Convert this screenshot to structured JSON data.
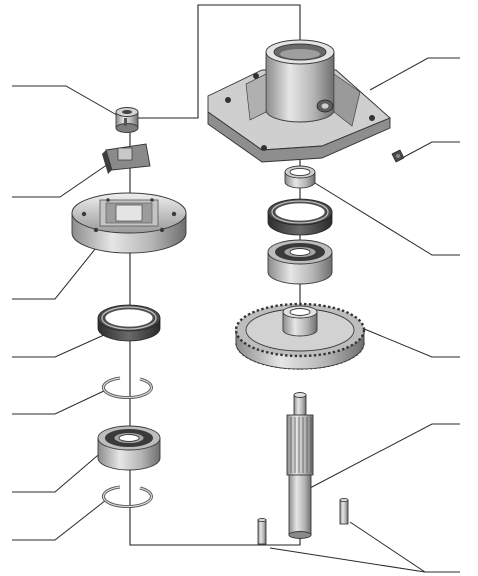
{
  "diagram": {
    "kind": "exploded assembly drawing",
    "left_stack": [
      "lock-nut",
      "tab-washer",
      "bearing-cover-flange",
      "oil-seal",
      "retaining-ring",
      "ball-bearing",
      "retaining-ring"
    ],
    "right_stack": [
      "gearbox-housing",
      "grease-nipple",
      "spacer-ring",
      "oil-seal",
      "ball-bearing",
      "spur-gear",
      "splined-shaft",
      "pins"
    ],
    "colors": {
      "metal_light": "#d8d8d8",
      "metal_mid": "#a9a9a9",
      "metal_dark": "#5c5c5c",
      "rubber": "#3b3b3b",
      "leader": "#2a2a2a"
    }
  }
}
